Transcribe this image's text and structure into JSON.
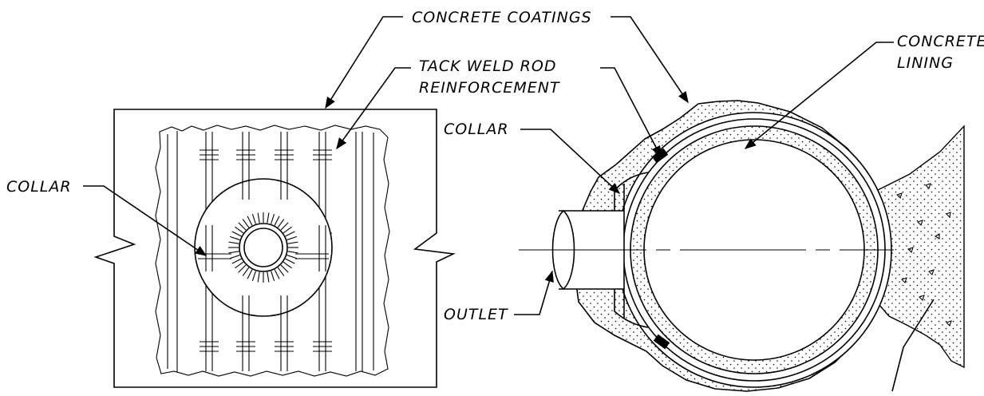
{
  "labels": {
    "concrete_coatings": "CONCRETE COATINGS",
    "tack_weld_line1": "TACK WELD ROD",
    "tack_weld_line2": "REINFORCEMENT",
    "concrete_lining_line1": "CONCRETE",
    "concrete_lining_line2": "LINING",
    "collar_left": "COLLAR",
    "collar_right": "COLLAR",
    "outlet": "OUTLET"
  }
}
